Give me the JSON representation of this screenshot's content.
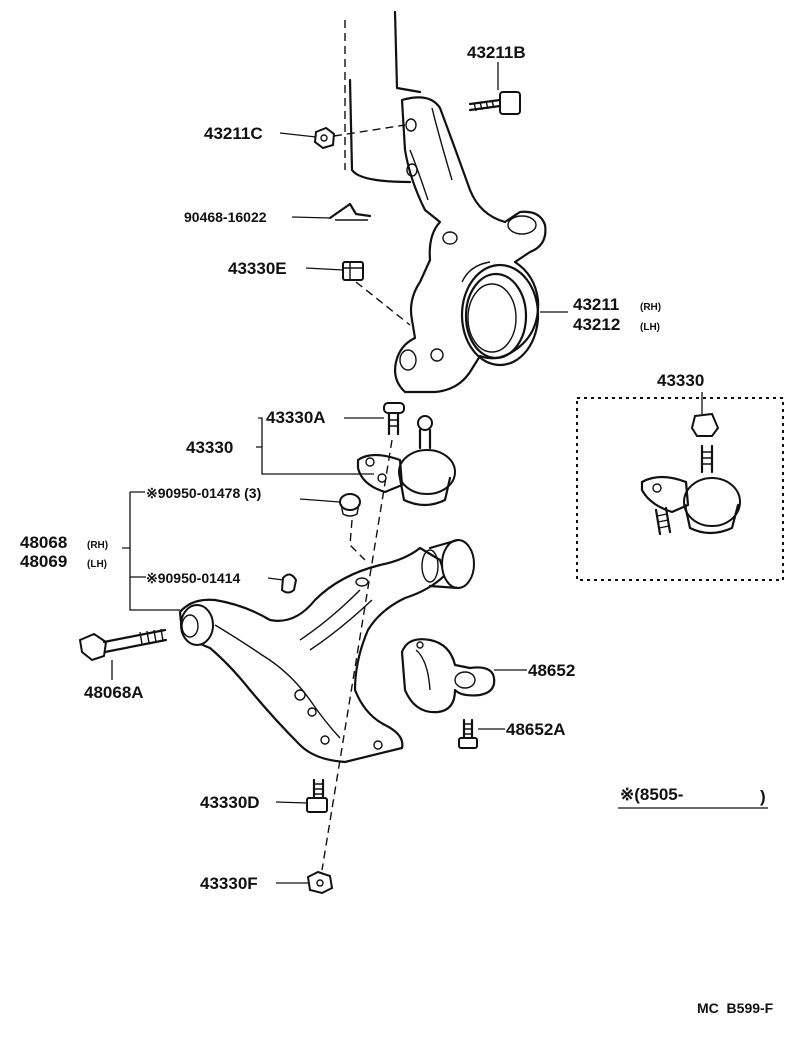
{
  "labels": {
    "p43211B": "43211B",
    "p43211C": "43211C",
    "p90468": "90468-16022",
    "p43330E": "43330E",
    "p43211": "43211",
    "p43211_side": "(RH)",
    "p43212": "43212",
    "p43212_side": "(LH)",
    "p43330_inset": "43330",
    "p43330A": "43330A",
    "p43330": "43330",
    "p90950_01478": "※90950-01478 (3)",
    "p48068": "48068",
    "p48068_side": "(RH)",
    "p48069": "48069",
    "p48069_side": "(LH)",
    "p90950_01414": "※90950-01414",
    "p48652": "48652",
    "p48068A": "48068A",
    "p48652A": "48652A",
    "note": "※(8505-",
    "note_close": ")",
    "p43330D": "43330D",
    "p43330F": "43330F",
    "footer": "MC  B599-F"
  }
}
